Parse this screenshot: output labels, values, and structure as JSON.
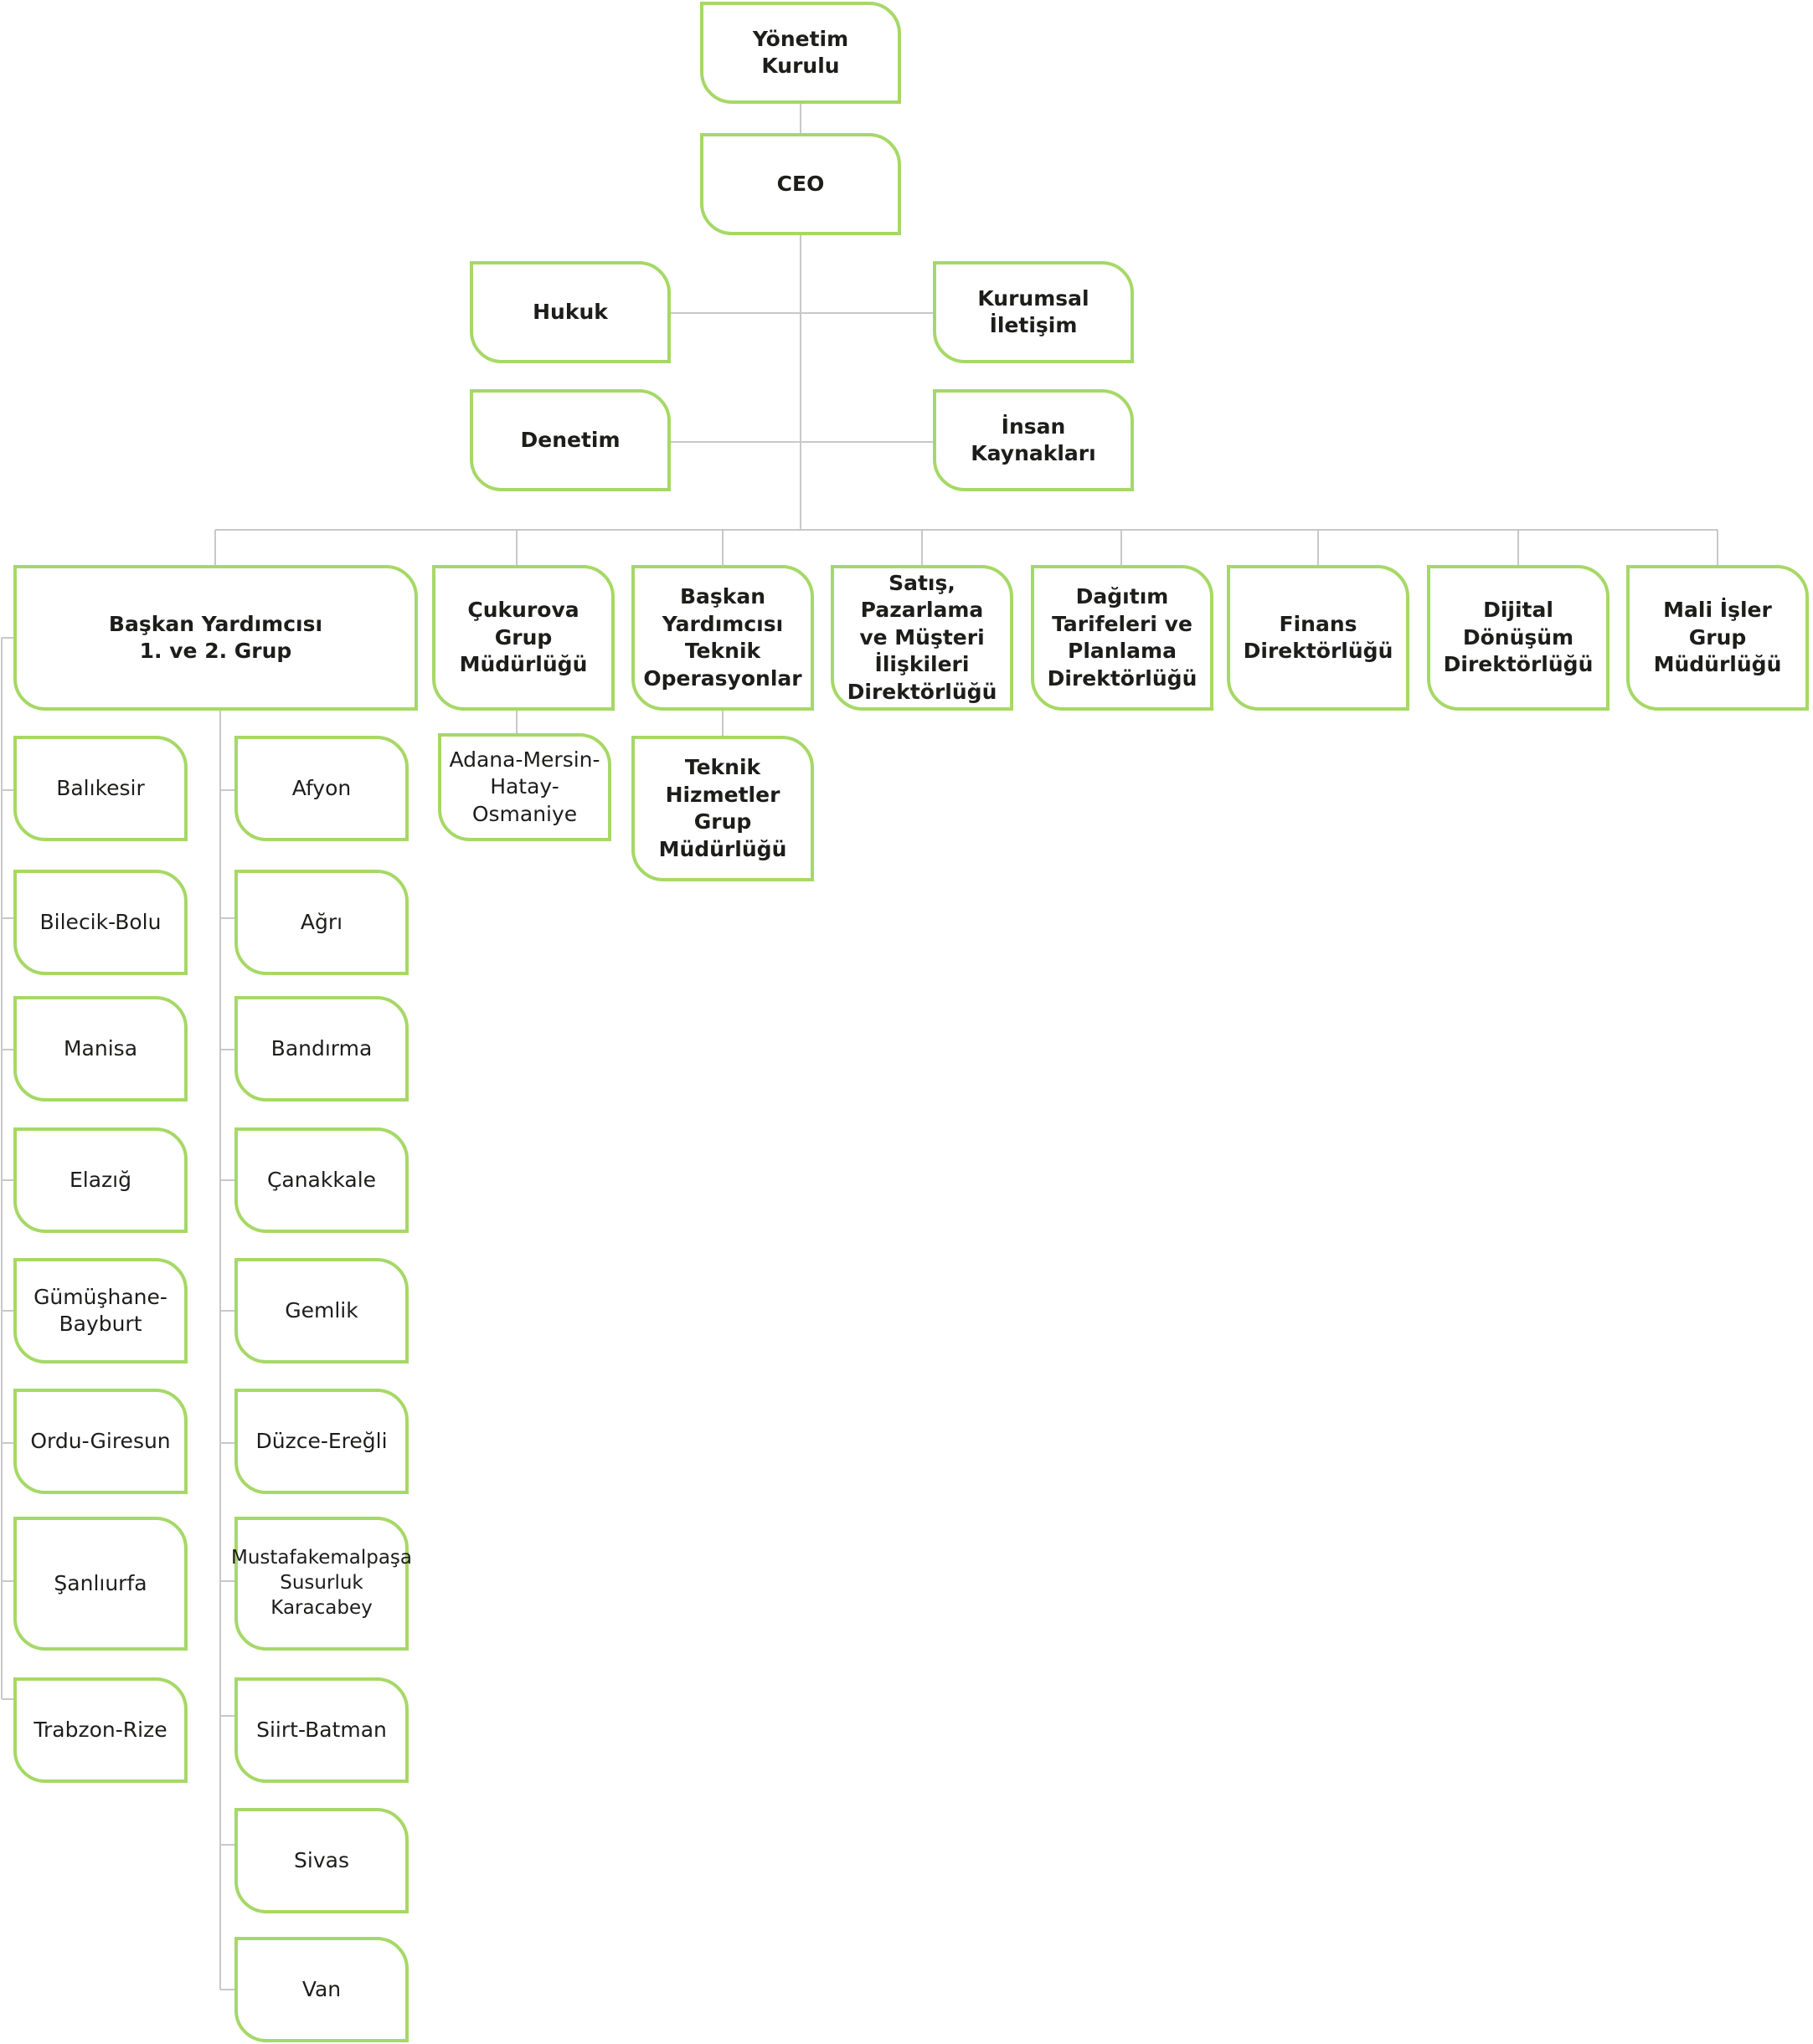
{
  "colors": {
    "border": "#a6d866",
    "line": "#c8c8c8",
    "text": "#1d1d1b"
  },
  "nodes": [
    {
      "id": "yonetim-kurulu",
      "label": "Yönetim Kurulu",
      "bold": true
    },
    {
      "id": "ceo",
      "label": "CEO",
      "bold": true
    },
    {
      "id": "hukuk",
      "label": "Hukuk",
      "bold": true
    },
    {
      "id": "kurumsal-iletisim",
      "label": "Kurumsal İletişim",
      "bold": true
    },
    {
      "id": "denetim",
      "label": "Denetim",
      "bold": true
    },
    {
      "id": "insan-kaynaklari",
      "label": "İnsan Kaynakları",
      "bold": true
    },
    {
      "id": "baskan-yardimcisi-1-2",
      "label": "Başkan Yardımcısı\n1. ve 2. Grup",
      "bold": true
    },
    {
      "id": "cukurova",
      "label": "Çukurova Grup\nMüdürlüğü",
      "bold": true
    },
    {
      "id": "baskan-yardimcisi-teknik",
      "label": "Başkan\nYardımcısı\nTeknik\nOperasyonlar",
      "bold": true
    },
    {
      "id": "satis",
      "label": "Satış, Pazarlama\nve Müşteri\nİlişkileri\nDirektörlüğü",
      "bold": true
    },
    {
      "id": "dagitim",
      "label": "Dağıtım\nTarifeleri ve\nPlanlama\nDirektörlüğü",
      "bold": true
    },
    {
      "id": "finans",
      "label": "Finans\nDirektörlüğü",
      "bold": true
    },
    {
      "id": "dijital",
      "label": "Dijital\nDönüşüm\nDirektörlüğü",
      "bold": true
    },
    {
      "id": "mali-isler",
      "label": "Mali İşler Grup\nMüdürlüğü",
      "bold": true
    },
    {
      "id": "adana",
      "label": "Adana-Mersin-\nHatay-Osmaniye",
      "bold": false
    },
    {
      "id": "teknik-hizmetler",
      "label": "Teknik Hizmetler\nGrup Müdürlüğü",
      "bold": true
    },
    {
      "id": "balikesir",
      "label": "Balıkesir",
      "bold": false
    },
    {
      "id": "bilecik-bolu",
      "label": "Bilecik-Bolu",
      "bold": false
    },
    {
      "id": "manisa",
      "label": "Manisa",
      "bold": false
    },
    {
      "id": "elazig",
      "label": "Elazığ",
      "bold": false
    },
    {
      "id": "gumushane",
      "label": "Gümüşhane-\nBayburt",
      "bold": false
    },
    {
      "id": "ordu-giresun",
      "label": "Ordu-Giresun",
      "bold": false
    },
    {
      "id": "sanliurfa",
      "label": "Şanlıurfa",
      "bold": false
    },
    {
      "id": "trabzon-rize",
      "label": "Trabzon-Rize",
      "bold": false
    },
    {
      "id": "afyon",
      "label": "Afyon",
      "bold": false
    },
    {
      "id": "agri",
      "label": "Ağrı",
      "bold": false
    },
    {
      "id": "bandirma",
      "label": "Bandırma",
      "bold": false
    },
    {
      "id": "canakkale",
      "label": "Çanakkale",
      "bold": false
    },
    {
      "id": "gemlik",
      "label": "Gemlik",
      "bold": false
    },
    {
      "id": "duzce-eregli",
      "label": "Düzce-Ereğli",
      "bold": false
    },
    {
      "id": "mustafakemalpasa",
      "label": "Mustafakemalpaşa\nSusurluk\nKaracabey",
      "bold": false
    },
    {
      "id": "siirt-batman",
      "label": "Siirt-Batman",
      "bold": false
    },
    {
      "id": "sivas",
      "label": "Sivas",
      "bold": false
    },
    {
      "id": "van",
      "label": "Van",
      "bold": false
    }
  ]
}
